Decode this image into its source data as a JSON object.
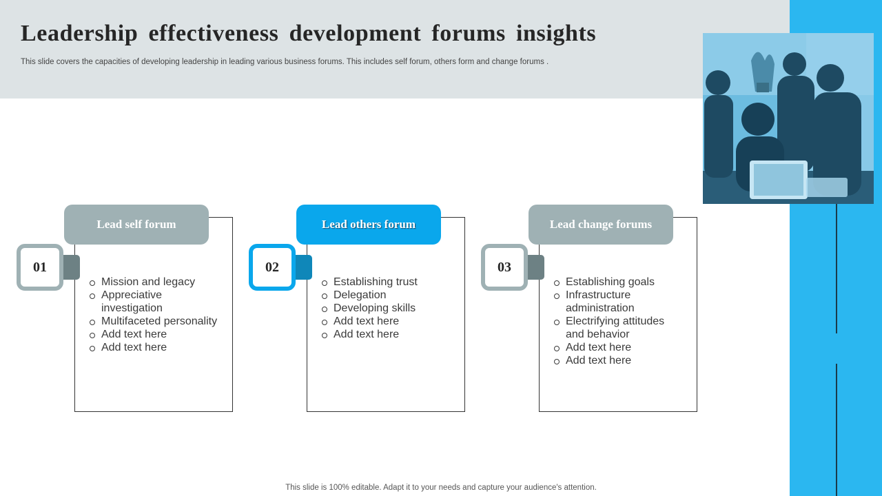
{
  "slide": {
    "title": "Leadership effectiveness development forums insights",
    "subtitle": "This slide covers the capacities of developing leadership in leading various business forums. This includes self forum, others form and change forums .",
    "footer": "This slide is 100% editable. Adapt it to your needs and capture your audience's attention."
  },
  "colors": {
    "header_band": "#dde3e5",
    "accent_blue": "#0aa7ec",
    "side_bar": "#2bb7f0",
    "muted_gray": "#9fb1b4"
  },
  "cards": [
    {
      "number": "01",
      "header": "Lead self forum",
      "style": "gray",
      "items": [
        "Mission and legacy",
        "Appreciative investigation",
        "Multifaceted personality",
        "Add text here",
        "Add text here"
      ]
    },
    {
      "number": "02",
      "header": "Lead others forum",
      "style": "blue",
      "items": [
        "Establishing trust",
        "Delegation",
        "Developing skills",
        "Add text here",
        "Add text here"
      ]
    },
    {
      "number": "03",
      "header": "Lead change forums",
      "style": "gray",
      "items": [
        "Establishing goals",
        "Infrastructure administration",
        "Electrifying attitudes and behavior",
        "Add text here",
        "Add text here"
      ]
    }
  ]
}
